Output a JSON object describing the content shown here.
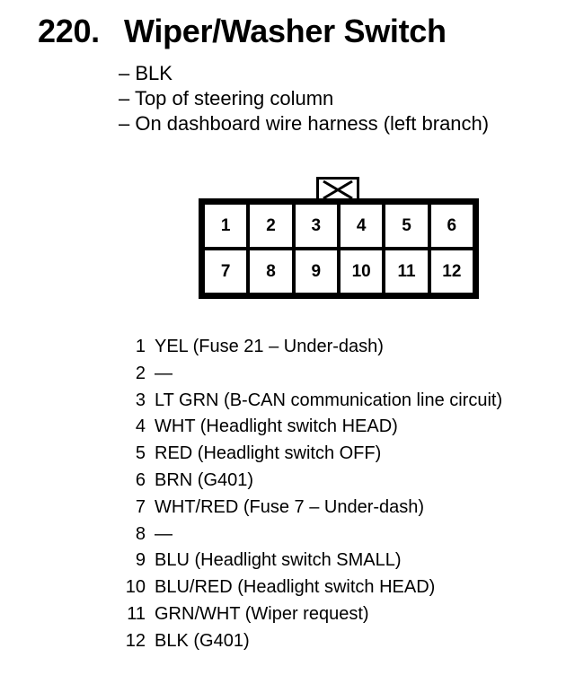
{
  "title": {
    "number": "220.",
    "text": "Wiper/Washer Switch"
  },
  "info": [
    "– BLK",
    "– Top of steering column",
    "– On dashboard wire harness (left branch)"
  ],
  "connector": {
    "pins_top": [
      "1",
      "2",
      "3",
      "4",
      "5",
      "6"
    ],
    "pins_bottom": [
      "7",
      "8",
      "9",
      "10",
      "11",
      "12"
    ]
  },
  "pins": [
    {
      "num": "1",
      "desc": "YEL (Fuse 21 – Under-dash)"
    },
    {
      "num": "2",
      "desc": "—"
    },
    {
      "num": "3",
      "desc": "LT GRN (B-CAN communication line circuit)"
    },
    {
      "num": "4",
      "desc": "WHT (Headlight switch HEAD)"
    },
    {
      "num": "5",
      "desc": "RED (Headlight switch OFF)"
    },
    {
      "num": "6",
      "desc": "BRN (G401)"
    },
    {
      "num": "7",
      "desc": "WHT/RED (Fuse 7 – Under-dash)"
    },
    {
      "num": "8",
      "desc": "—"
    },
    {
      "num": "9",
      "desc": "BLU (Headlight switch SMALL)"
    },
    {
      "num": "10",
      "desc": "BLU/RED (Headlight switch HEAD)"
    },
    {
      "num": "11",
      "desc": "GRN/WHT (Wiper request)"
    },
    {
      "num": "12",
      "desc": "BLK (G401)"
    }
  ]
}
